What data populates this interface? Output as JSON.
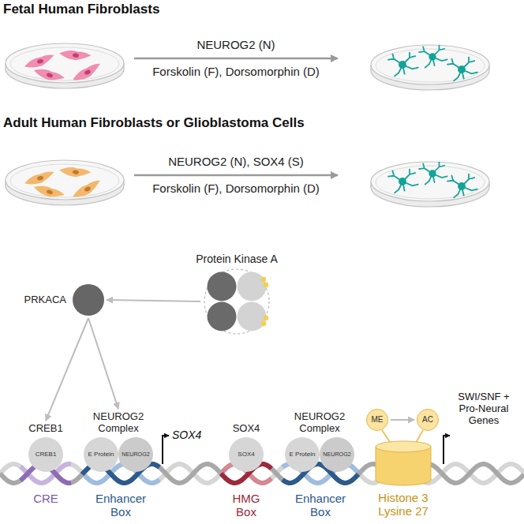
{
  "diagram": {
    "nodes": [
      {
        "text": [
          "Protein Kinase A"
        ]
      },
      {
        "text": [
          "PRKACA"
        ]
      },
      {
        "text": [
          "CREB1",
          "CREB1"
        ]
      },
      {
        "text": [
          "NEUROG2 Complex"
        ]
      },
      {
        "text": [
          "E Protein"
        ],
        "in": 3
      },
      {
        "text": [
          "NEUROG2"
        ],
        "in": 3
      },
      {
        "text": [
          "SOX4",
          "SOX4"
        ]
      },
      {
        "text": [
          "NEUROG2 Complex"
        ]
      },
      {
        "text": [
          "E Protein"
        ],
        "in": 7
      },
      {
        "text": [
          "NEUROG2"
        ],
        "in": 7
      },
      {
        "text": [
          "ME"
        ]
      },
      {
        "text": [
          "AC"
        ]
      }
    ],
    "edges": [
      {
        "from": 0,
        "to": 1,
        "arrow": "to"
      },
      {
        "from": 1,
        "to": 2,
        "arrow": "to"
      },
      {
        "from": 1,
        "to": 3,
        "arrow": "to"
      },
      {
        "from": 10,
        "to": 11,
        "arrow": "to"
      }
    ],
    "labels": [
      "Fetal Human Fibroblasts",
      "NEUROG2 (N)",
      "Forskolin (F), Dorsomorphin (D)",
      "Adult Human Fibroblasts or Glioblastoma Cells",
      "NEUROG2 (N), SOX4 (S)",
      "Forskolin (F), Dorsomorphin (D)",
      "SOX4",
      "SWI/SNF + Pro-Neural Genes",
      "CRE",
      "Enhancer Box",
      "HMG Box",
      "Enhancer Box",
      "Histone 3 Lysine 27"
    ]
  }
}
